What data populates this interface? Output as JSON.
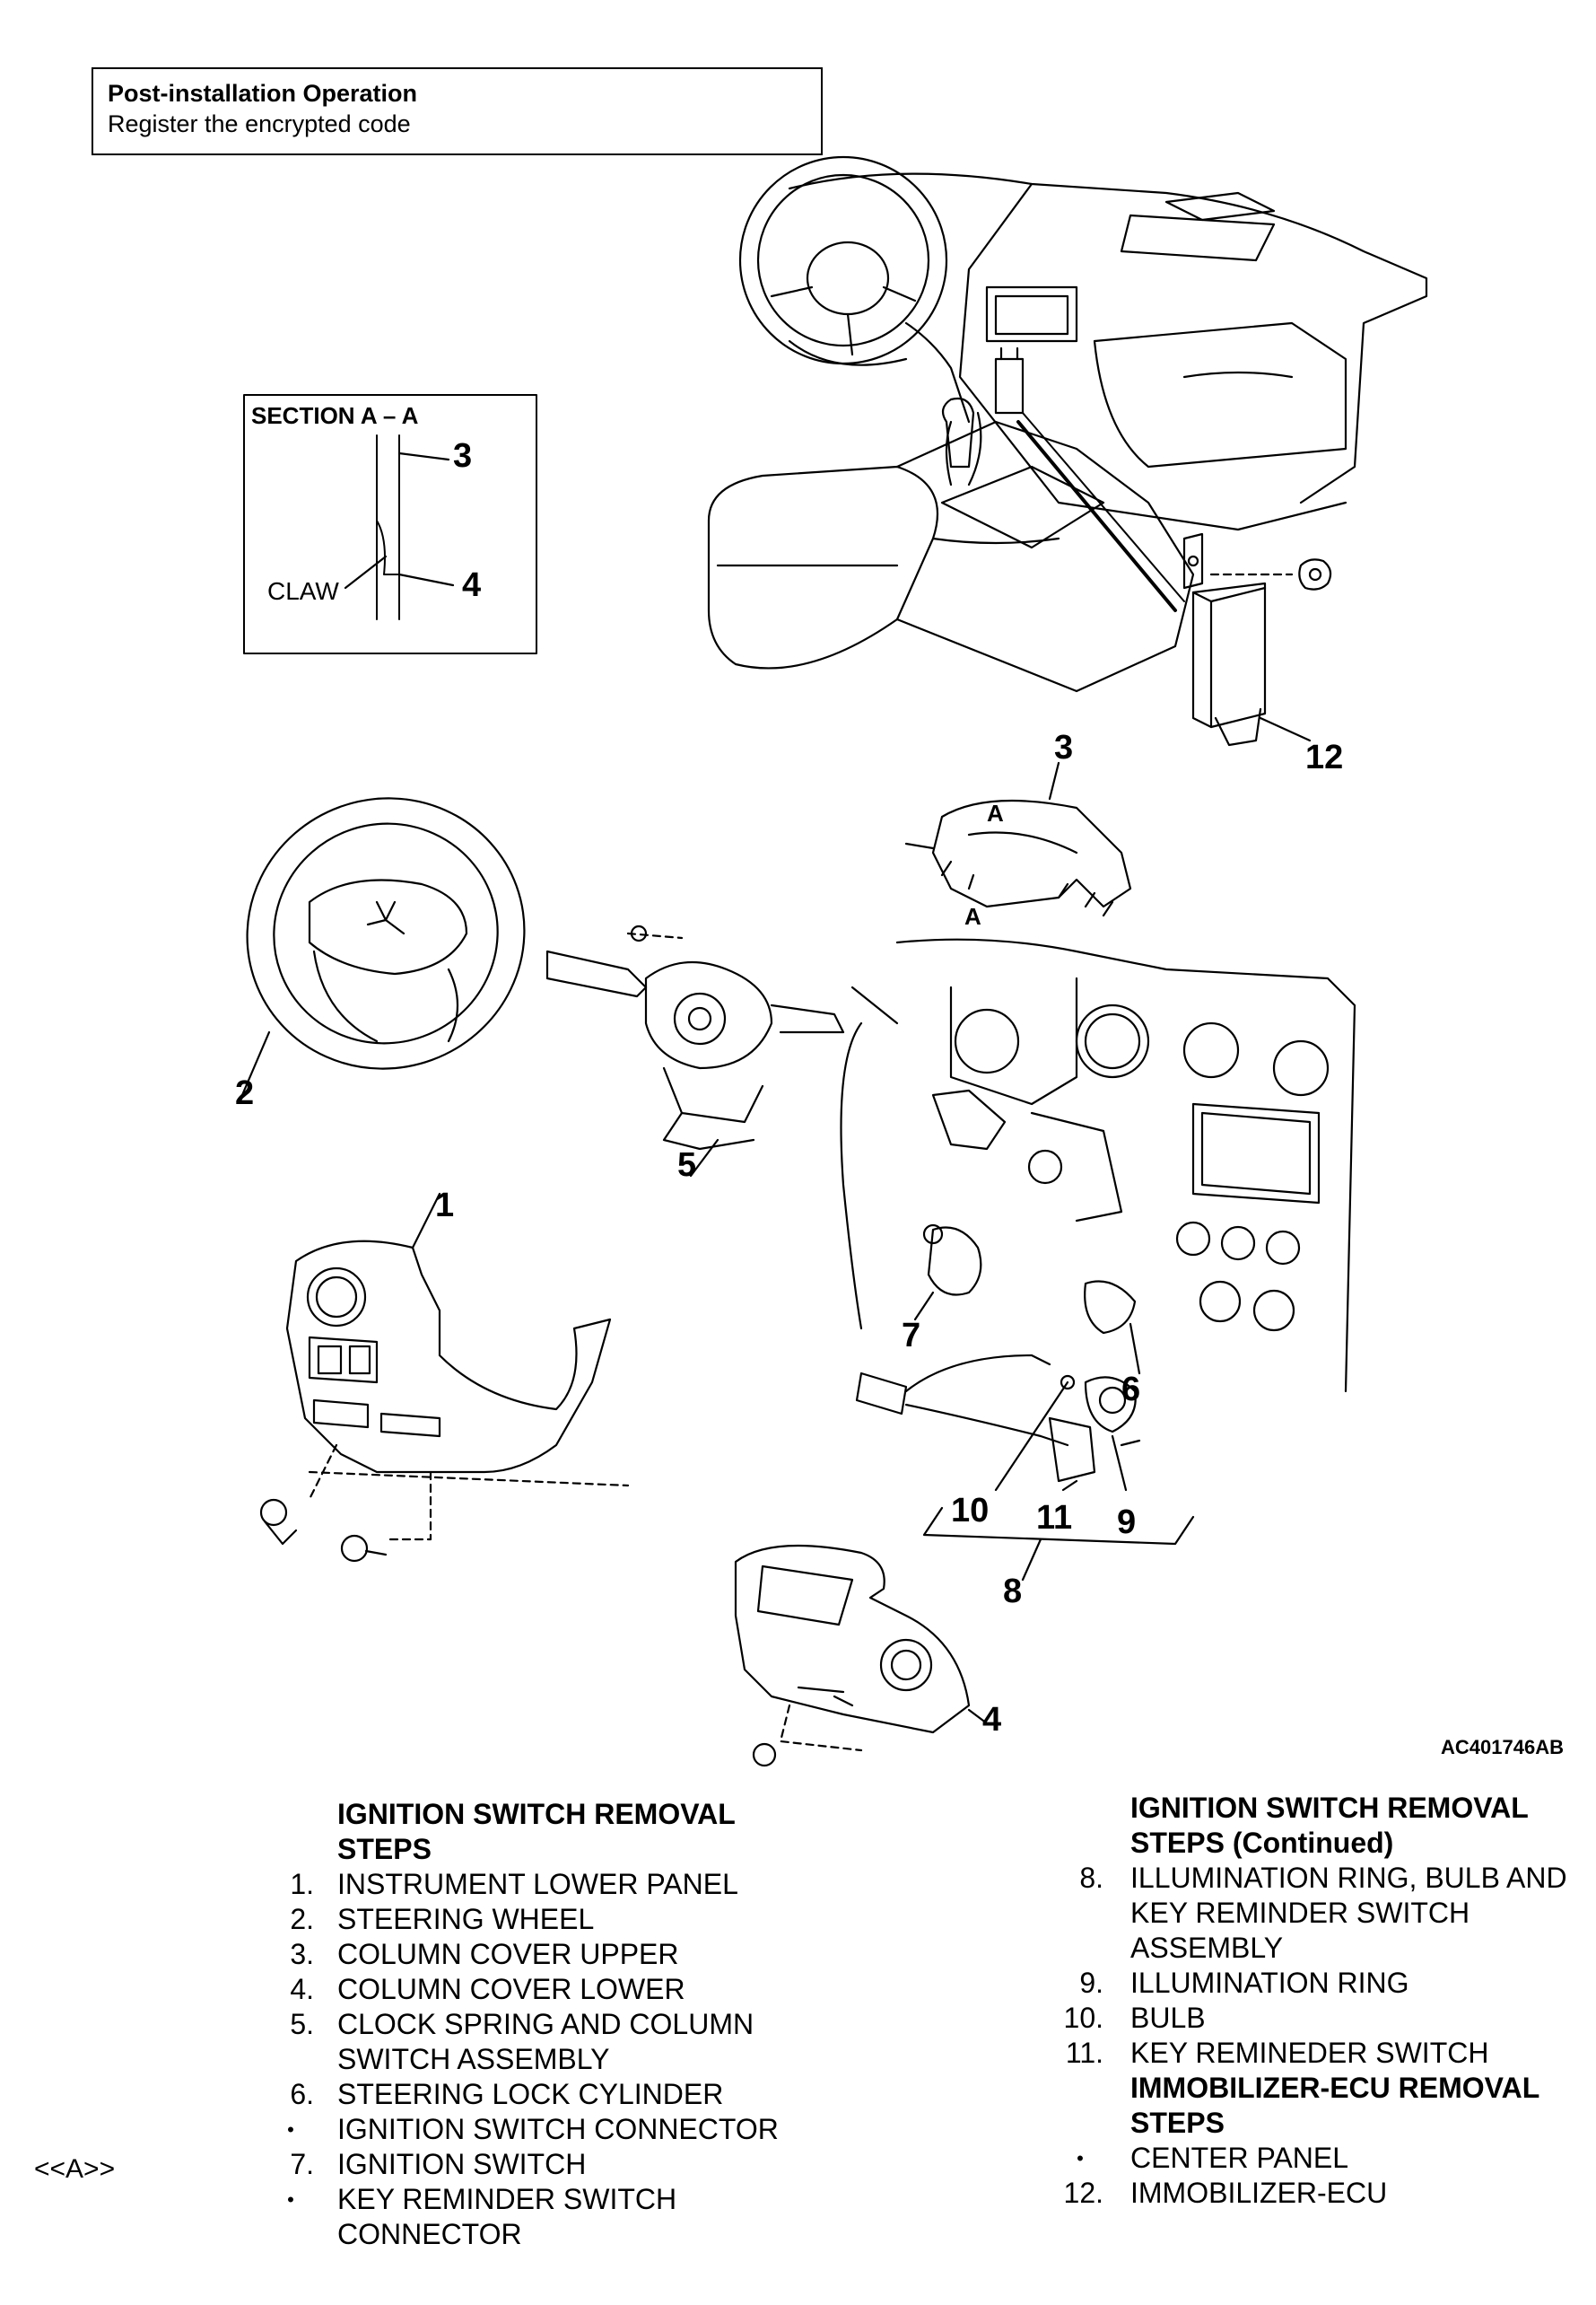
{
  "post_installation": {
    "title": "Post-installation Operation",
    "text": "Register the encrypted code"
  },
  "section": {
    "title": "SECTION A – A",
    "claw_label": "CLAW",
    "num_3": "3",
    "num_4": "4"
  },
  "callouts": {
    "c1": "1",
    "c2": "2",
    "c3": "3",
    "c4": "4",
    "c5": "5",
    "c6": "6",
    "c7": "7",
    "c8": "8",
    "c9": "9",
    "c10": "10",
    "c11": "11",
    "c12": "12",
    "arrow_a": "A"
  },
  "figure_code": "AC401746AB",
  "left_steps": {
    "heading_line1": "IGNITION SWITCH REMOVAL",
    "heading_line2": "STEPS",
    "items": [
      {
        "marker": "1.",
        "lines": [
          "INSTRUMENT LOWER PANEL"
        ]
      },
      {
        "marker": "2.",
        "lines": [
          "STEERING WHEEL"
        ]
      },
      {
        "marker": "3.",
        "lines": [
          "COLUMN COVER UPPER"
        ]
      },
      {
        "marker": "4.",
        "lines": [
          "COLUMN COVER LOWER"
        ]
      },
      {
        "marker": "5.",
        "lines": [
          "CLOCK SPRING AND COLUMN",
          "SWITCH ASSEMBLY"
        ]
      },
      {
        "marker": "6.",
        "lines": [
          "STEERING LOCK CYLINDER"
        ]
      },
      {
        "marker": "•",
        "lines": [
          "IGNITION SWITCH CONNECTOR"
        ]
      },
      {
        "marker": "7.",
        "lines": [
          "IGNITION SWITCH"
        ]
      },
      {
        "marker": "•",
        "lines": [
          "KEY REMINDER SWITCH",
          "CONNECTOR"
        ]
      }
    ]
  },
  "side_note": "<<A>>",
  "right_steps": {
    "heading_line1": "IGNITION SWITCH REMOVAL",
    "heading_line2": "STEPS (Continued)",
    "items": [
      {
        "marker": "8.",
        "lines": [
          "ILLUMINATION RING, BULB AND",
          "KEY REMINDER SWITCH",
          "ASSEMBLY"
        ]
      },
      {
        "marker": "9.",
        "lines": [
          "ILLUMINATION RING"
        ]
      },
      {
        "marker": "10.",
        "lines": [
          "BULB"
        ]
      },
      {
        "marker": "11.",
        "lines": [
          "KEY REMINEDER SWITCH"
        ]
      }
    ],
    "heading2_line1": "IMMOBILIZER-ECU REMOVAL",
    "heading2_line2": "STEPS",
    "items2": [
      {
        "marker": "•",
        "lines": [
          "CENTER PANEL"
        ]
      },
      {
        "marker": "12.",
        "lines": [
          "IMMOBILIZER-ECU"
        ]
      }
    ]
  }
}
